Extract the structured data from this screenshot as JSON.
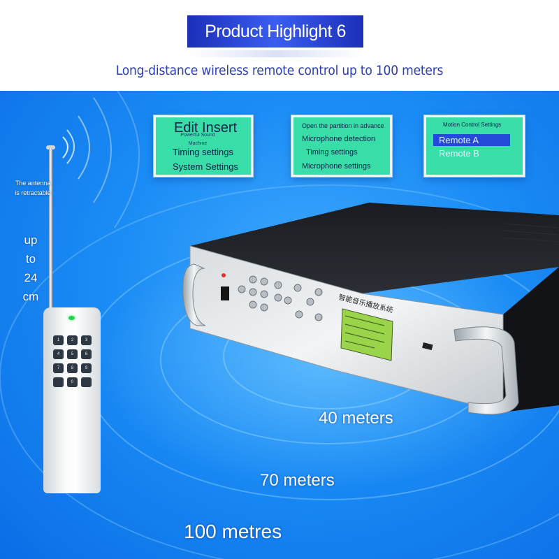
{
  "header": {
    "headline_label": "Product Highlight",
    "headline_number": "6",
    "subheading": "Long-distance wireless remote control up to 100 meters"
  },
  "panels": {
    "edit": {
      "title": "Edit Insert",
      "overlay": "Powerful Sound Machine",
      "line2": "Timing settings",
      "line3": "System Settings"
    },
    "partition": {
      "line1": "Open the partition in advance",
      "line2": "Microphone detection",
      "line3": "Timing settings",
      "line4": "Microphone settings"
    },
    "motion": {
      "title": "Motion Control Settings",
      "option1": "Remote A",
      "option2": "Remote B"
    }
  },
  "remote": {
    "antenna_note": "The antenna is retractable",
    "length_note": "up to 24 cm",
    "keys": [
      "1",
      "2",
      "3",
      "4",
      "5",
      "6",
      "7",
      "8",
      "9",
      "",
      "0",
      ""
    ]
  },
  "device": {
    "panel_title": "智能音乐播放系统"
  },
  "distances": {
    "ring_40": "40 meters",
    "ring_70": "70 meters",
    "ring_100": "100 metres"
  },
  "colors": {
    "badge": "#2b46d6",
    "subheading": "#2a3db8",
    "background": "#1b8cf5",
    "lcd": "#39dda8",
    "lcd_highlight": "#2448d8"
  }
}
